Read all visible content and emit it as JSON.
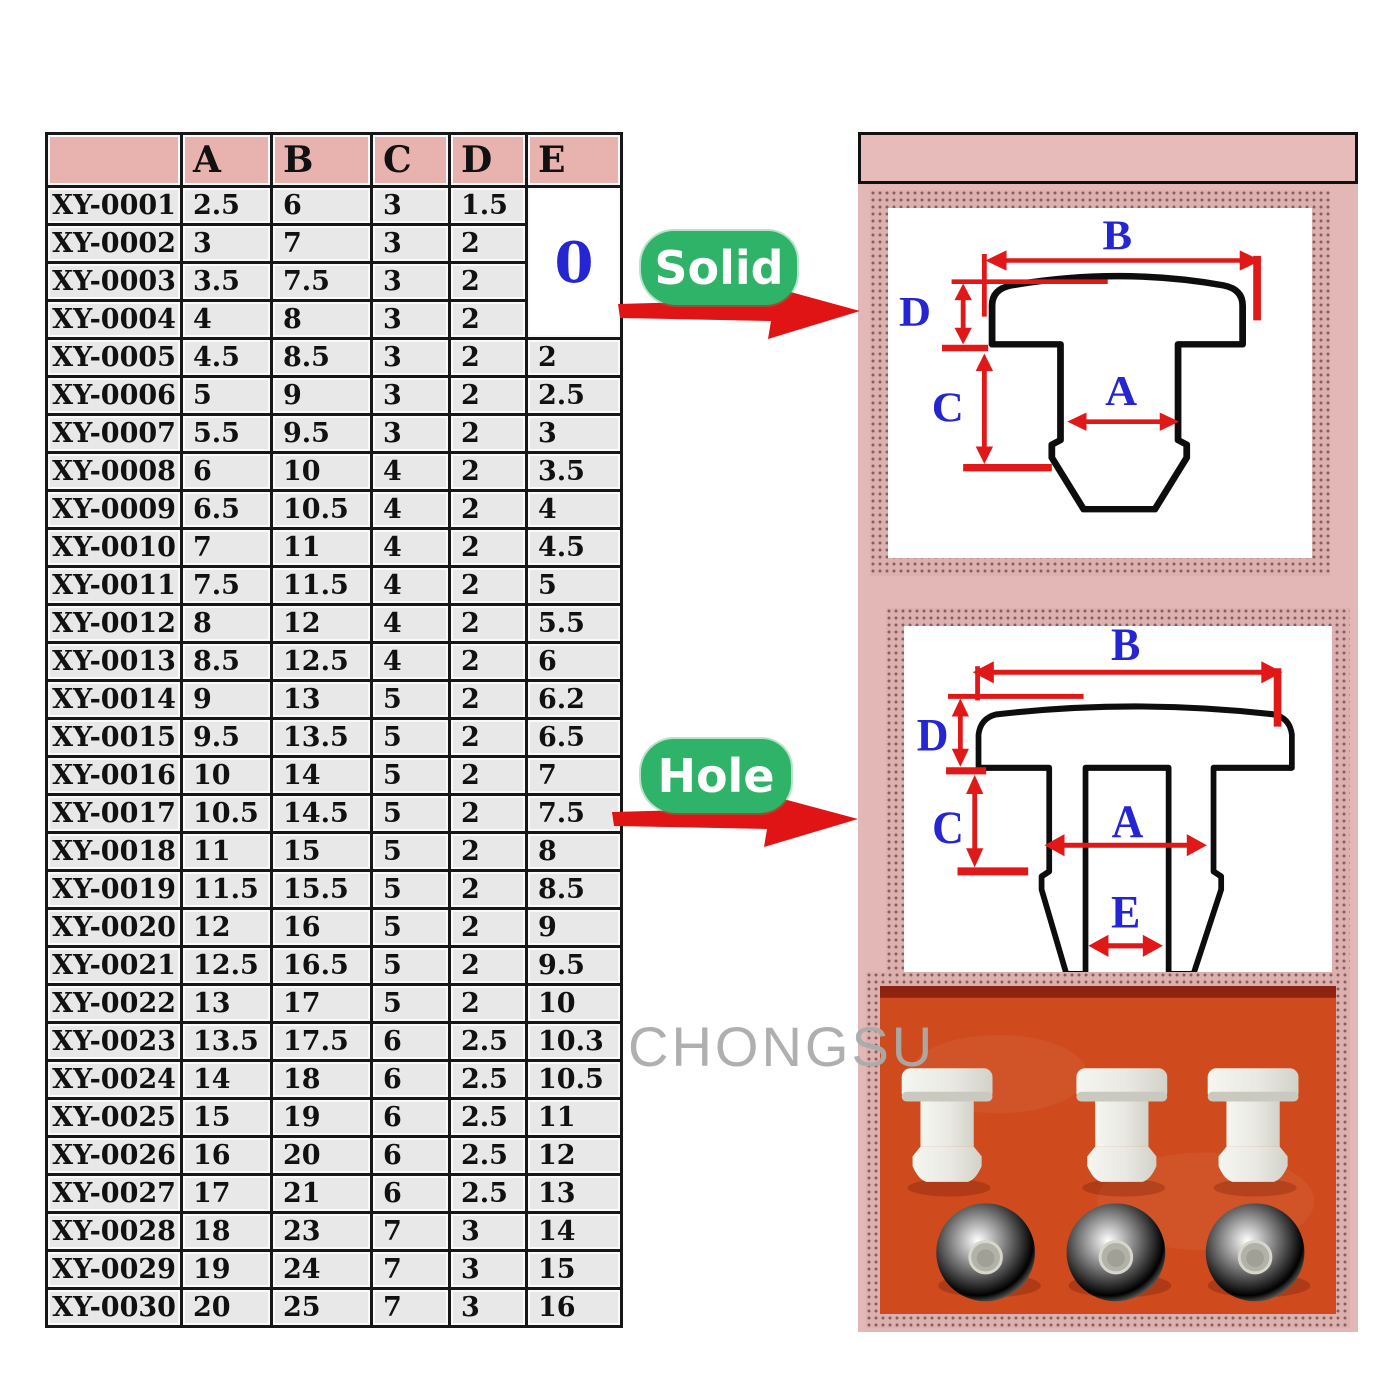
{
  "table": {
    "columns": [
      "",
      "A",
      "B",
      "C",
      "D",
      "E"
    ],
    "merged_e": {
      "value": "0",
      "span": 4
    },
    "rows": [
      [
        "XY-0001",
        "2.5",
        "6",
        "3",
        "1.5",
        ""
      ],
      [
        "XY-0002",
        "3",
        "7",
        "3",
        "2",
        ""
      ],
      [
        "XY-0003",
        "3.5",
        "7.5",
        "3",
        "2",
        ""
      ],
      [
        "XY-0004",
        "4",
        "8",
        "3",
        "2",
        ""
      ],
      [
        "XY-0005",
        "4.5",
        "8.5",
        "3",
        "2",
        "2"
      ],
      [
        "XY-0006",
        "5",
        "9",
        "3",
        "2",
        "2.5"
      ],
      [
        "XY-0007",
        "5.5",
        "9.5",
        "3",
        "2",
        "3"
      ],
      [
        "XY-0008",
        "6",
        "10",
        "4",
        "2",
        "3.5"
      ],
      [
        "XY-0009",
        "6.5",
        "10.5",
        "4",
        "2",
        "4"
      ],
      [
        "XY-0010",
        "7",
        "11",
        "4",
        "2",
        "4.5"
      ],
      [
        "XY-0011",
        "7.5",
        "11.5",
        "4",
        "2",
        "5"
      ],
      [
        "XY-0012",
        "8",
        "12",
        "4",
        "2",
        "5.5"
      ],
      [
        "XY-0013",
        "8.5",
        "12.5",
        "4",
        "2",
        "6"
      ],
      [
        "XY-0014",
        "9",
        "13",
        "5",
        "2",
        "6.2"
      ],
      [
        "XY-0015",
        "9.5",
        "13.5",
        "5",
        "2",
        "6.5"
      ],
      [
        "XY-0016",
        "10",
        "14",
        "5",
        "2",
        "7"
      ],
      [
        "XY-0017",
        "10.5",
        "14.5",
        "5",
        "2",
        "7.5"
      ],
      [
        "XY-0018",
        "11",
        "15",
        "5",
        "2",
        "8"
      ],
      [
        "XY-0019",
        "11.5",
        "15.5",
        "5",
        "2",
        "8.5"
      ],
      [
        "XY-0020",
        "12",
        "16",
        "5",
        "2",
        "9"
      ],
      [
        "XY-0021",
        "12.5",
        "16.5",
        "5",
        "2",
        "9.5"
      ],
      [
        "XY-0022",
        "13",
        "17",
        "5",
        "2",
        "10"
      ],
      [
        "XY-0023",
        "13.5",
        "17.5",
        "6",
        "2.5",
        "10.3"
      ],
      [
        "XY-0024",
        "14",
        "18",
        "6",
        "2.5",
        "10.5"
      ],
      [
        "XY-0025",
        "15",
        "19",
        "6",
        "2.5",
        "11"
      ],
      [
        "XY-0026",
        "16",
        "20",
        "6",
        "2.5",
        "12"
      ],
      [
        "XY-0027",
        "17",
        "21",
        "6",
        "2.5",
        "13"
      ],
      [
        "XY-0028",
        "18",
        "23",
        "7",
        "3",
        "14"
      ],
      [
        "XY-0029",
        "19",
        "24",
        "7",
        "3",
        "15"
      ],
      [
        "XY-0030",
        "20",
        "25",
        "7",
        "3",
        "16"
      ]
    ]
  },
  "callouts": {
    "solid": "Solid",
    "hole": "Hole"
  },
  "diagram_labels": {
    "solid": {
      "A": "A",
      "B": "B",
      "C": "C",
      "D": "D"
    },
    "hole": {
      "A": "A",
      "B": "B",
      "C": "C",
      "D": "D",
      "E": "E"
    }
  },
  "watermark": "CHONGSU",
  "colors": {
    "panel_pink": "#e3b7b6",
    "strip_pink": "#e7bbba",
    "header_pink": "#e8b2af",
    "cell_grey": "#e9e8e8",
    "accent_red": "#e01414",
    "accent_blue": "#2525d2",
    "label_green": "#2eb368",
    "photo_orange": "#cf4a1d",
    "watermark_grey": "#ababab"
  }
}
